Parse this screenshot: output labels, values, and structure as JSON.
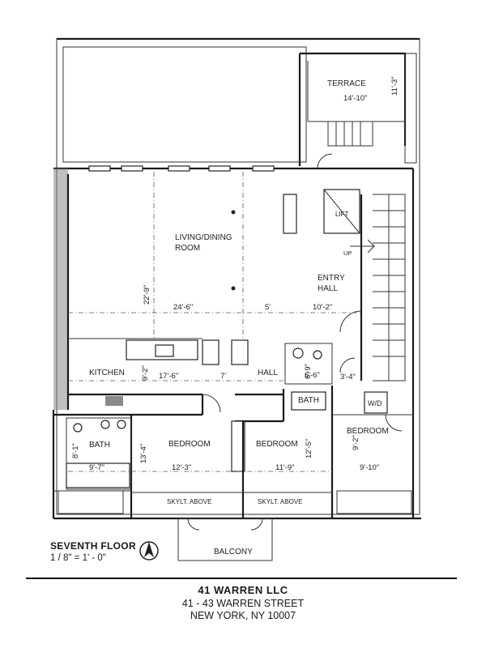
{
  "rooms": {
    "terrace": "TERRACE",
    "lift": "LIFT",
    "living_line1": "LIVING/DINING",
    "living_line2": "ROOM",
    "entry_line1": "ENTRY",
    "entry_line2": "HALL",
    "up": "UP",
    "kitchen": "KITCHEN",
    "hall": "HALL",
    "bath_center": "BATH",
    "bath_left": "BATH",
    "wd": "W/D",
    "bedroom_left": "BEDROOM",
    "bedroom_mid": "BEDROOM",
    "bedroom_right": "BEDROOM",
    "skylight_left": "SKYLT. ABOVE",
    "skylight_right": "SKYLT. ABOVE",
    "balcony": "BALCONY"
  },
  "dimensions": {
    "terrace_w": "14'-10\"",
    "terrace_h": "11'-3\"",
    "living_h": "22'-9\"",
    "living_w1": "24'-6\"",
    "living_w2": "5'",
    "entry_w": "10'-2\"",
    "kitchen_h": "9'-2\"",
    "kitchen_w": "17'-6\"",
    "hall_w": "7'",
    "hall_h": "6'-9\"",
    "hall_6_6": "6'-6\"",
    "hall_3_4": "3'-4\"",
    "bath_left_h": "8'-1\"",
    "bath_left_w": "9'-7\"",
    "bed_left_h": "13'-4\"",
    "bed_left_w": "12'-3\"",
    "bed_mid_h": "12'-5\"",
    "bed_mid_w": "11'-9\"",
    "bed_right_h": "9'-2\"",
    "bed_right_w": "9'-10\""
  },
  "legend": {
    "floor_title": "SEVENTH FLOOR",
    "scale": "1 / 8\" = 1' - 0\""
  },
  "footer": {
    "company": "41 WARREN LLC",
    "address1": "41 - 43 WARREN STREET",
    "address2": "NEW YORK, NY  10007"
  }
}
